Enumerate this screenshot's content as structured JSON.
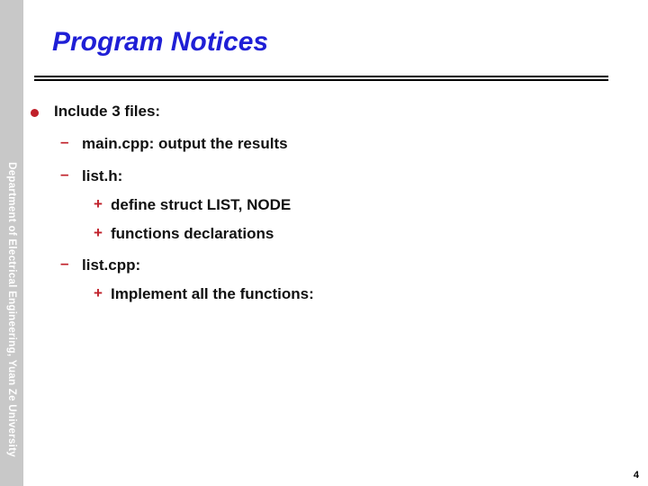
{
  "sidebar": {
    "text": "Department of Electrical Engineering, Yuan Ze University"
  },
  "slide": {
    "title": "Program Notices",
    "bullets": [
      {
        "marker": "•",
        "text": "Include 3 files:"
      },
      {
        "marker": "–",
        "text": "main.cpp: output the results"
      },
      {
        "marker": "–",
        "text": "list.h:"
      },
      {
        "marker": "+",
        "text": "define struct LIST, NODE"
      },
      {
        "marker": "+",
        "text": "functions declarations"
      },
      {
        "marker": "–",
        "text": "list.cpp:"
      },
      {
        "marker": "+",
        "text": "Implement all the functions:"
      }
    ],
    "page_number": "4"
  },
  "colors": {
    "title": "#1f1fd6",
    "bullet": "#c0202a",
    "sidebar": "#c8c8c8"
  }
}
